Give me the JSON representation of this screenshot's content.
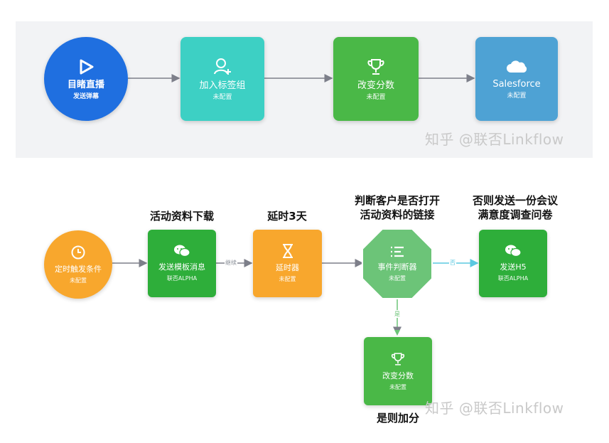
{
  "flow1": {
    "start": {
      "title": "目睹直播",
      "sub": "发送弹幕",
      "color": "#1f6fe0"
    },
    "add_tag": {
      "title": "加入标签组",
      "sub": "未配置",
      "color": "#3dd0c4"
    },
    "change_score": {
      "title": "改变分数",
      "sub": "未配置",
      "color": "#4ab847"
    },
    "salesforce": {
      "title": "Salesforce",
      "sub": "未配置",
      "color": "#4ea2d4"
    }
  },
  "flow2": {
    "trigger": {
      "title": "定时触发条件",
      "sub": "未配置",
      "color": "#f8a72d"
    },
    "send_template": {
      "title": "发送模板消息",
      "sub": "联否ALPHA",
      "color": "#2eae3a"
    },
    "delay": {
      "title": "延时器",
      "sub": "未配置",
      "color": "#f8a72d"
    },
    "event_judge": {
      "title": "事件判断器",
      "sub": "未配置",
      "color": "#6cc478"
    },
    "send_h5": {
      "title": "发送H5",
      "sub": "联否ALPHA",
      "color": "#2eae3a"
    },
    "change_score": {
      "title": "改变分数",
      "sub": "未配置",
      "color": "#4ab847"
    }
  },
  "edge_labels": {
    "continue": "继续",
    "no": "否",
    "yes": "是"
  },
  "captions": {
    "send_template": "活动资料下载",
    "delay": "延时3天",
    "event_judge_line1": "判断客户是否打开",
    "event_judge_line2": "活动资料的链接",
    "send_h5_line1": "否则发送一份会议",
    "send_h5_line2": "满意度调查问卷",
    "change_score": "是则加分"
  },
  "watermarks": {
    "top": "知乎 @联否Linkflow",
    "bottom": "知乎 @联否Linkflow"
  },
  "icons": [
    "play-icon",
    "user-add-icon",
    "trophy-icon",
    "salesforce-cloud-icon",
    "clock-icon",
    "wechat-icon",
    "hourglass-icon",
    "filter-lines-icon"
  ]
}
